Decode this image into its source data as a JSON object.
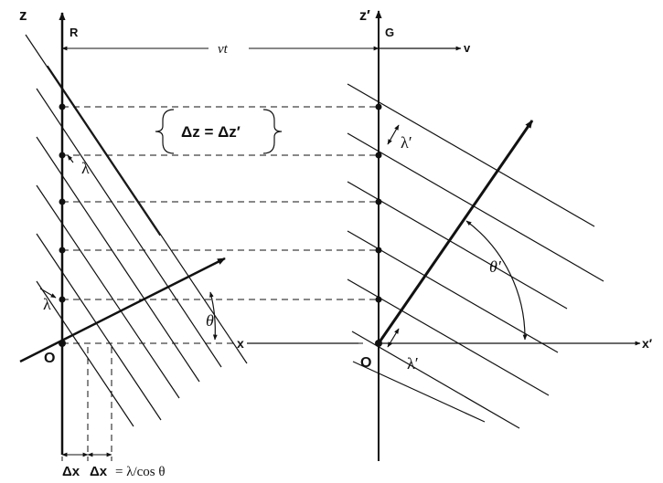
{
  "left_frame": {
    "axis_z": "z",
    "axis_x": "x",
    "frame_name": "R",
    "origin": "O",
    "angle": "θ",
    "wavelength_a": "λ",
    "wavelength_b": "λ",
    "delta_x_a": "Δx",
    "delta_x_b": "Δx",
    "delta_x_formula": "= λ/cos θ"
  },
  "right_frame": {
    "axis_z": "z′",
    "axis_x": "x′",
    "frame_name": "G",
    "origin": "O",
    "angle": "θ′",
    "wavelength_a": "λ′",
    "wavelength_b": "λ′",
    "velocity": "v"
  },
  "shared": {
    "displacement": "vt",
    "delta_z_relation": "Δz = Δz′"
  },
  "colors": {
    "ink": "#111111",
    "background": "#ffffff"
  }
}
